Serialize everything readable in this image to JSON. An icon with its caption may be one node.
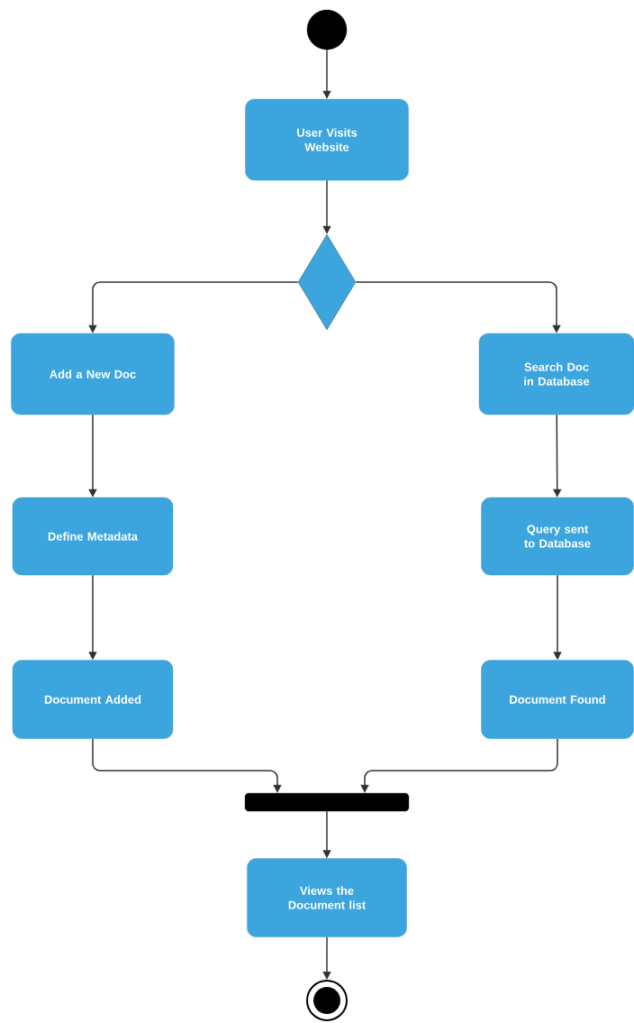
{
  "diagram": {
    "nodes": [
      {
        "text": [],
        "shape": "circle"
      },
      {
        "text": [
          "User Visits Website"
        ]
      },
      {
        "text": [],
        "shape": "diamond"
      },
      {
        "text": [
          "Add a New Doc"
        ]
      },
      {
        "text": [
          "Define Metadata"
        ]
      },
      {
        "text": [
          "Document Added"
        ]
      },
      {
        "text": [
          "Search Doc in Database"
        ]
      },
      {
        "text": [
          "Query sent to Database"
        ]
      },
      {
        "text": [
          "Document Found"
        ]
      },
      {
        "text": [],
        "shape": "bar"
      },
      {
        "text": [
          "Views the Document list"
        ]
      },
      {
        "text": [],
        "shape": "circle"
      }
    ],
    "edges": [
      {
        "from": 0,
        "to": 1,
        "arrow": "to"
      },
      {
        "from": 1,
        "to": 2,
        "arrow": "to"
      },
      {
        "from": 2,
        "to": 3,
        "arrow": "to"
      },
      {
        "from": 2,
        "to": 6,
        "arrow": "to"
      },
      {
        "from": 3,
        "to": 4,
        "arrow": "to"
      },
      {
        "from": 4,
        "to": 5,
        "arrow": "to"
      },
      {
        "from": 6,
        "to": 7,
        "arrow": "to"
      },
      {
        "from": 7,
        "to": 8,
        "arrow": "to"
      },
      {
        "from": 5,
        "to": 9,
        "arrow": "to"
      },
      {
        "from": 8,
        "to": 9,
        "arrow": "to"
      },
      {
        "from": 9,
        "to": 10,
        "arrow": "to"
      },
      {
        "from": 10,
        "to": 11,
        "arrow": "to"
      }
    ]
  }
}
